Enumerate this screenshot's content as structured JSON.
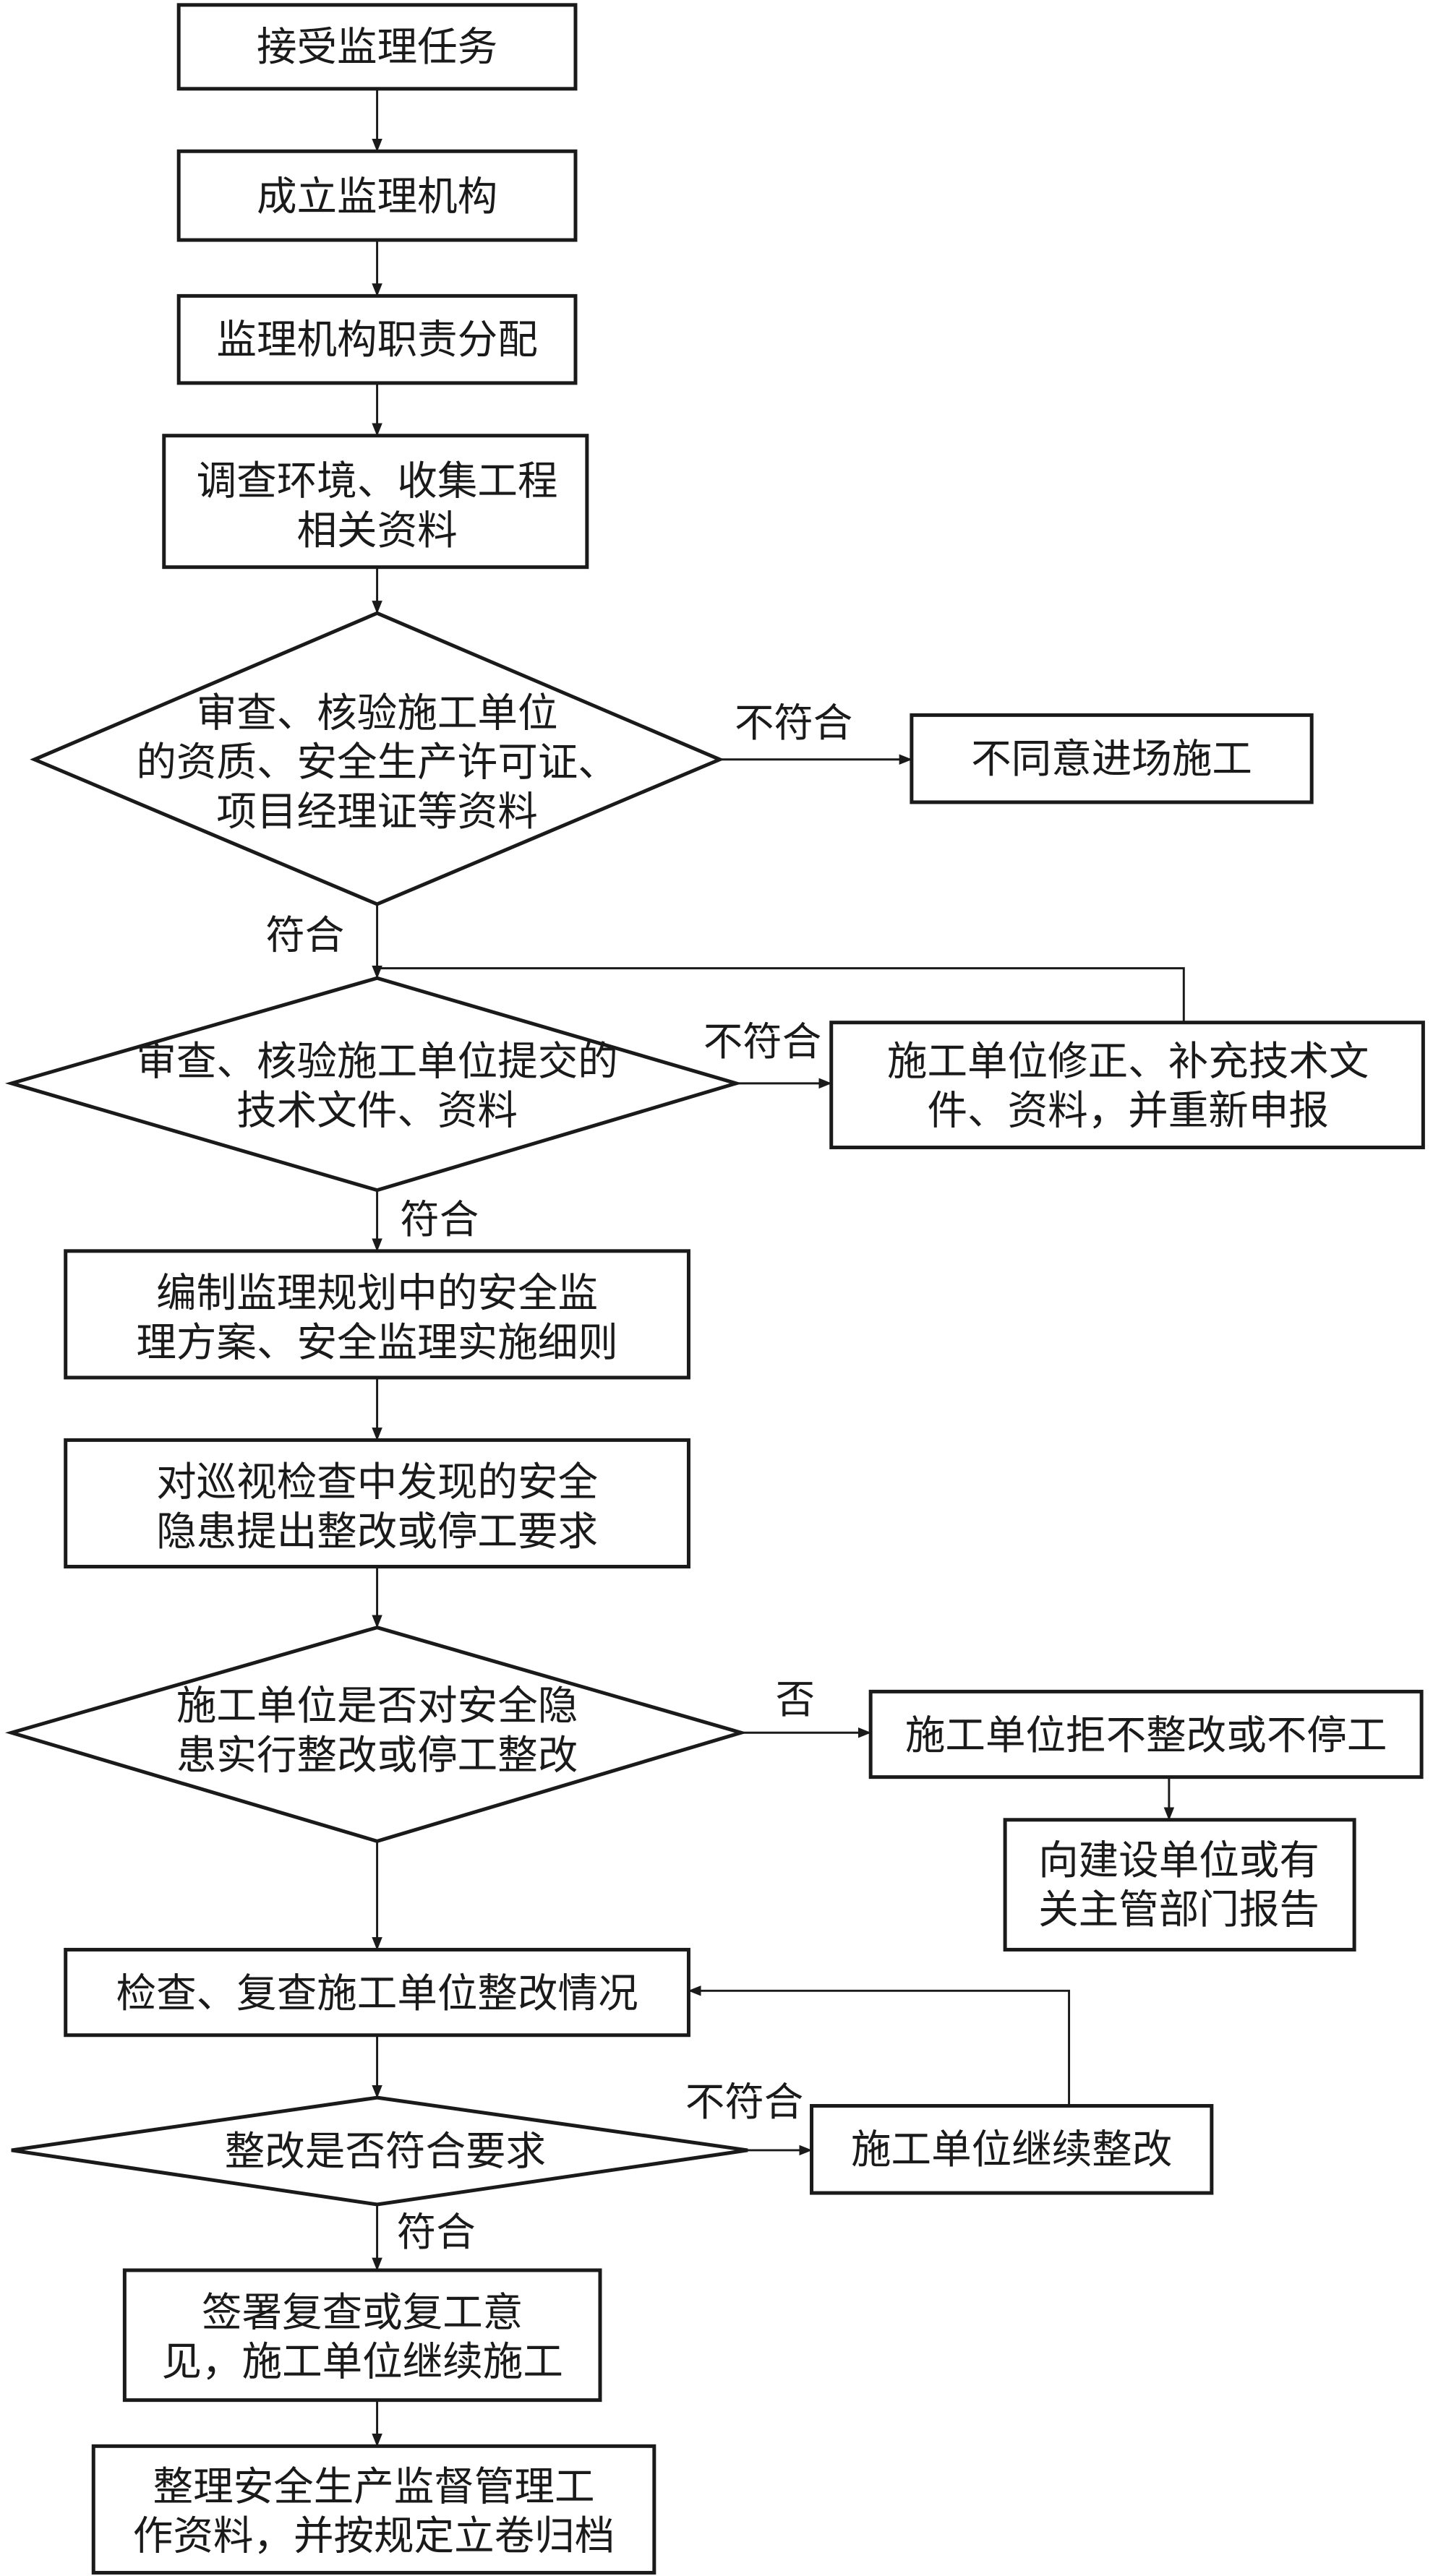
{
  "nodes": {
    "accept_task": "接受监理任务",
    "establish_org": "成立监理机构",
    "assign_duties": "监理机构职责分配",
    "survey_line1": "调查环境、收集工程",
    "survey_line2": "相关资料",
    "check_qual_line1": "审查、核验施工单位",
    "check_qual_line2": "的资质、安全生产许可证、",
    "check_qual_line3": "项目经理证等资料",
    "reject_entry": "不同意进场施工",
    "check_tech_line1": "审查、核验施工单位提交的",
    "check_tech_line2": "技术文件、资料",
    "revise_line1": "施工单位修正、补充技术文",
    "revise_line2": "件、资料，并重新申报",
    "plan_line1": "编制监理规划中的安全监",
    "plan_line2": "理方案、安全监理实施细则",
    "patrol_line1": "对巡视检查中发现的安全",
    "patrol_line2": "隐患提出整改或停工要求",
    "decide_line1": "施工单位是否对安全隐",
    "decide_line2": "患实行整改或停工整改",
    "refuse": "施工单位拒不整改或不停工",
    "report_line1": "向建设单位或有",
    "report_line2": "关主管部门报告",
    "recheck": "检查、复查施工单位整改情况",
    "conform_q": "整改是否符合要求",
    "continue_rect": "施工单位继续整改",
    "sign_line1": "签署复查或复工意",
    "sign_line2": "见，施工单位继续施工",
    "archive_line1": "整理安全生产监督管理工",
    "archive_line2": "作资料，并按规定立卷归档"
  },
  "edge_labels": {
    "nonconform_1": "不符合",
    "conform_1": "符合",
    "nonconform_2": "不符合",
    "conform_2": "符合",
    "no": "否",
    "nonconform_3": "不符合",
    "conform_3": "符合"
  }
}
